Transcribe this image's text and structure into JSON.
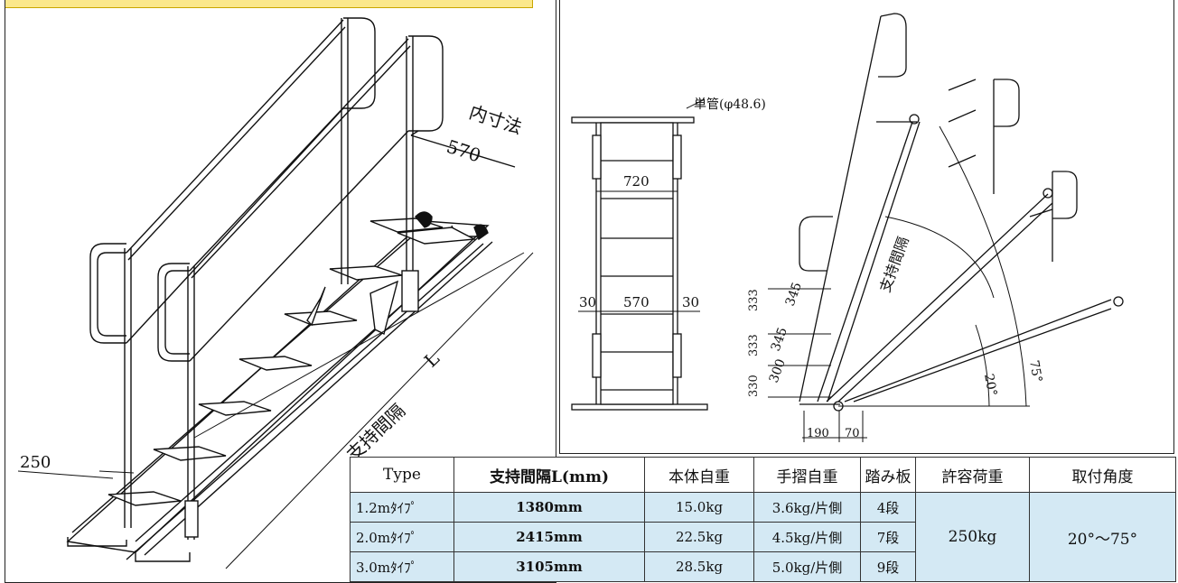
{
  "left_drawing": {
    "label_inner": "内寸法",
    "dim_570": "570",
    "dim_250": "250",
    "label_span": "支持間隔",
    "label_L": "L"
  },
  "right_drawing": {
    "pipe_label": "単管(φ48.6)",
    "dim_720": "720",
    "dim_30_left": "30",
    "dim_570": "570",
    "dim_30_right": "30",
    "dim_333_top": "333",
    "dim_333_mid": "333",
    "dim_330": "330",
    "dim_345_a": "345",
    "dim_345_b": "345",
    "dim_300": "300",
    "dim_190": "190",
    "dim_70": "70",
    "label_span": "支持間隔",
    "angle_20": "20°",
    "angle_75": "75°"
  },
  "table": {
    "headers": [
      "Type",
      "支持間隔L(mm)",
      "本体自重",
      "手摺自重",
      "踏み板",
      "許容荷重",
      "取付角度"
    ],
    "rows": [
      [
        "1.2mﾀｲﾌﾟ",
        "1380mm",
        "15.0kg",
        "3.6kg/片側",
        "4段"
      ],
      [
        "2.0mﾀｲﾌﾟ",
        "2415mm",
        "22.5kg",
        "4.5kg/片側",
        "7段"
      ],
      [
        "3.0mﾀｲﾌﾟ",
        "3105mm",
        "28.5kg",
        "5.0kg/片側",
        "9段"
      ]
    ],
    "allowable_load": "250kg",
    "mount_angle": "20°～75°"
  }
}
